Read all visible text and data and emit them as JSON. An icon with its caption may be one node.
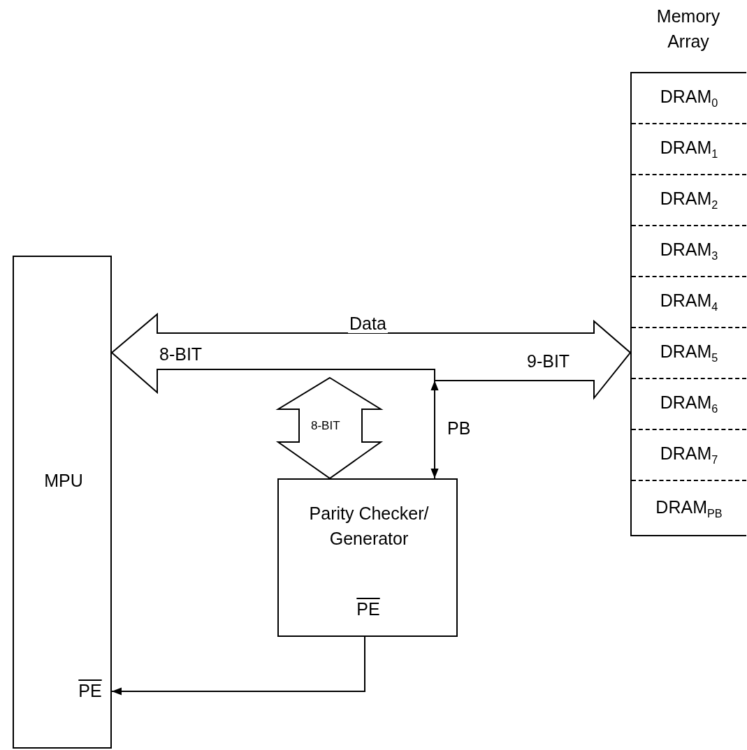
{
  "diagram": {
    "nodes": [
      {
        "text": [
          "MPU",
          "PE"
        ]
      },
      {
        "text": [
          "Memory Array"
        ]
      },
      {
        "text": [
          "DRAM$_{0}$"
        ],
        "in": 1
      },
      {
        "text": [
          "DRAM$_{1}$"
        ],
        "in": 1
      },
      {
        "text": [
          "DRAM$_{2}$"
        ],
        "in": 1
      },
      {
        "text": [
          "DRAM$_{3}$"
        ],
        "in": 1
      },
      {
        "text": [
          "DRAM$_{4}$"
        ],
        "in": 1
      },
      {
        "text": [
          "DRAM$_{5}$"
        ],
        "in": 1
      },
      {
        "text": [
          "DRAM$_{6}$"
        ],
        "in": 1
      },
      {
        "text": [
          "DRAM$_{7}$"
        ],
        "in": 1
      },
      {
        "text": [
          "DRAM$_{PB}$"
        ],
        "in": 1
      },
      {
        "text": [
          "Parity Checker/ Generator",
          "PE"
        ]
      }
    ],
    "edges": [
      {
        "from": 0,
        "to": 1,
        "arrow": "both",
        "label": "Data",
        "style": "thick"
      },
      {
        "from": null,
        "to": 11,
        "arrow": "both",
        "label": "8-BIT",
        "style": "thick"
      },
      {
        "from": null,
        "to": 11,
        "arrow": "both",
        "label": "PB"
      },
      {
        "from": 11,
        "to": 0,
        "arrow": "to"
      }
    ],
    "labels": [
      "8-BIT",
      "9-BIT"
    ]
  }
}
